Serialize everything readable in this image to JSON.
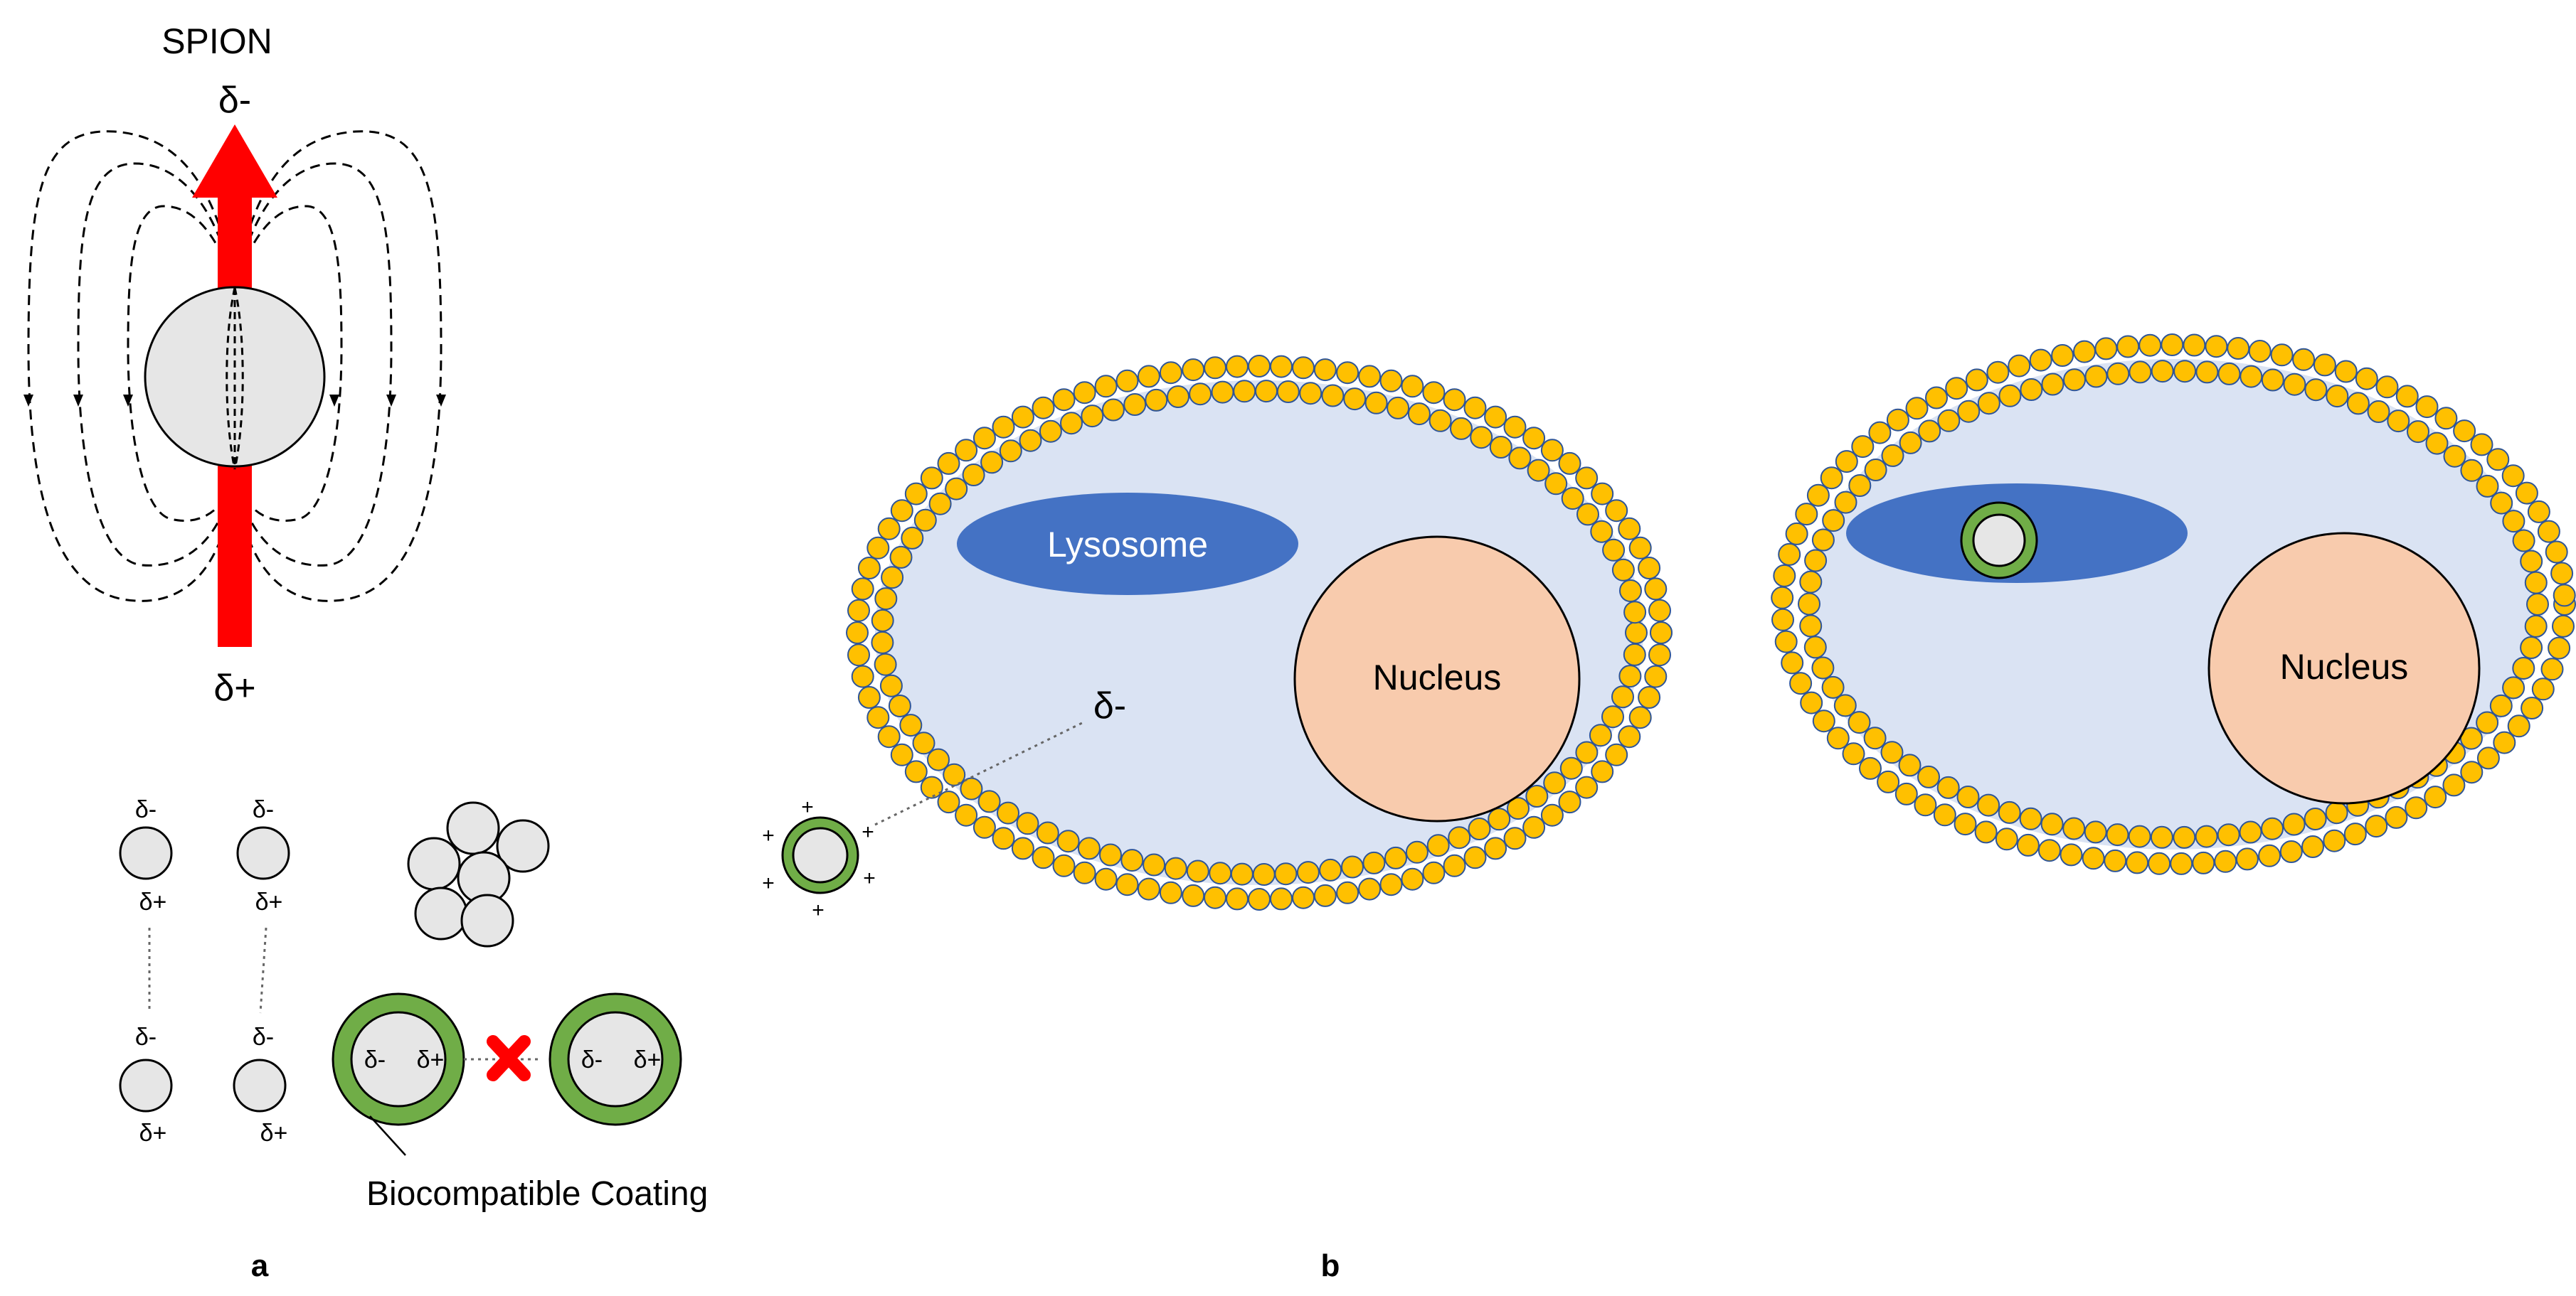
{
  "panel_a": {
    "title": "SPION",
    "pole_top": "δ-",
    "pole_bottom": "δ+",
    "dipole_pairs": [
      {
        "top_neg": "δ-",
        "top_pos": "δ+",
        "bottom_neg": "δ-",
        "bottom_pos": "δ+"
      },
      {
        "top_neg": "δ-",
        "top_pos": "δ+",
        "bottom_neg": "δ-",
        "bottom_pos": "δ+"
      }
    ],
    "coated_left": {
      "neg": "δ-",
      "pos": "δ+"
    },
    "coated_right": {
      "neg": "δ-",
      "pos": "δ+"
    },
    "coating_label": "Biocompatible Coating",
    "panel_label": "a"
  },
  "panel_b": {
    "cell_left": {
      "lysosome_label": "Lysosome",
      "nucleus_label": "Nucleus"
    },
    "cell_right": {
      "nucleus_label": "Nucleus"
    },
    "charge_label": "δ-",
    "particle_charges": [
      "+",
      "+",
      "+",
      "+",
      "+",
      "+"
    ],
    "panel_label": "b"
  },
  "colors": {
    "arrow": "#ff0000",
    "particle_fill": "#e6e6e6",
    "coating": "#70ad47",
    "cell_fill": "#dae3f3",
    "lipid_head": "#ffc000",
    "lipid_edge": "#2f5597",
    "lysosome": "#4472c4",
    "nucleus": "#f8cbad",
    "cross": "#ff0000"
  }
}
